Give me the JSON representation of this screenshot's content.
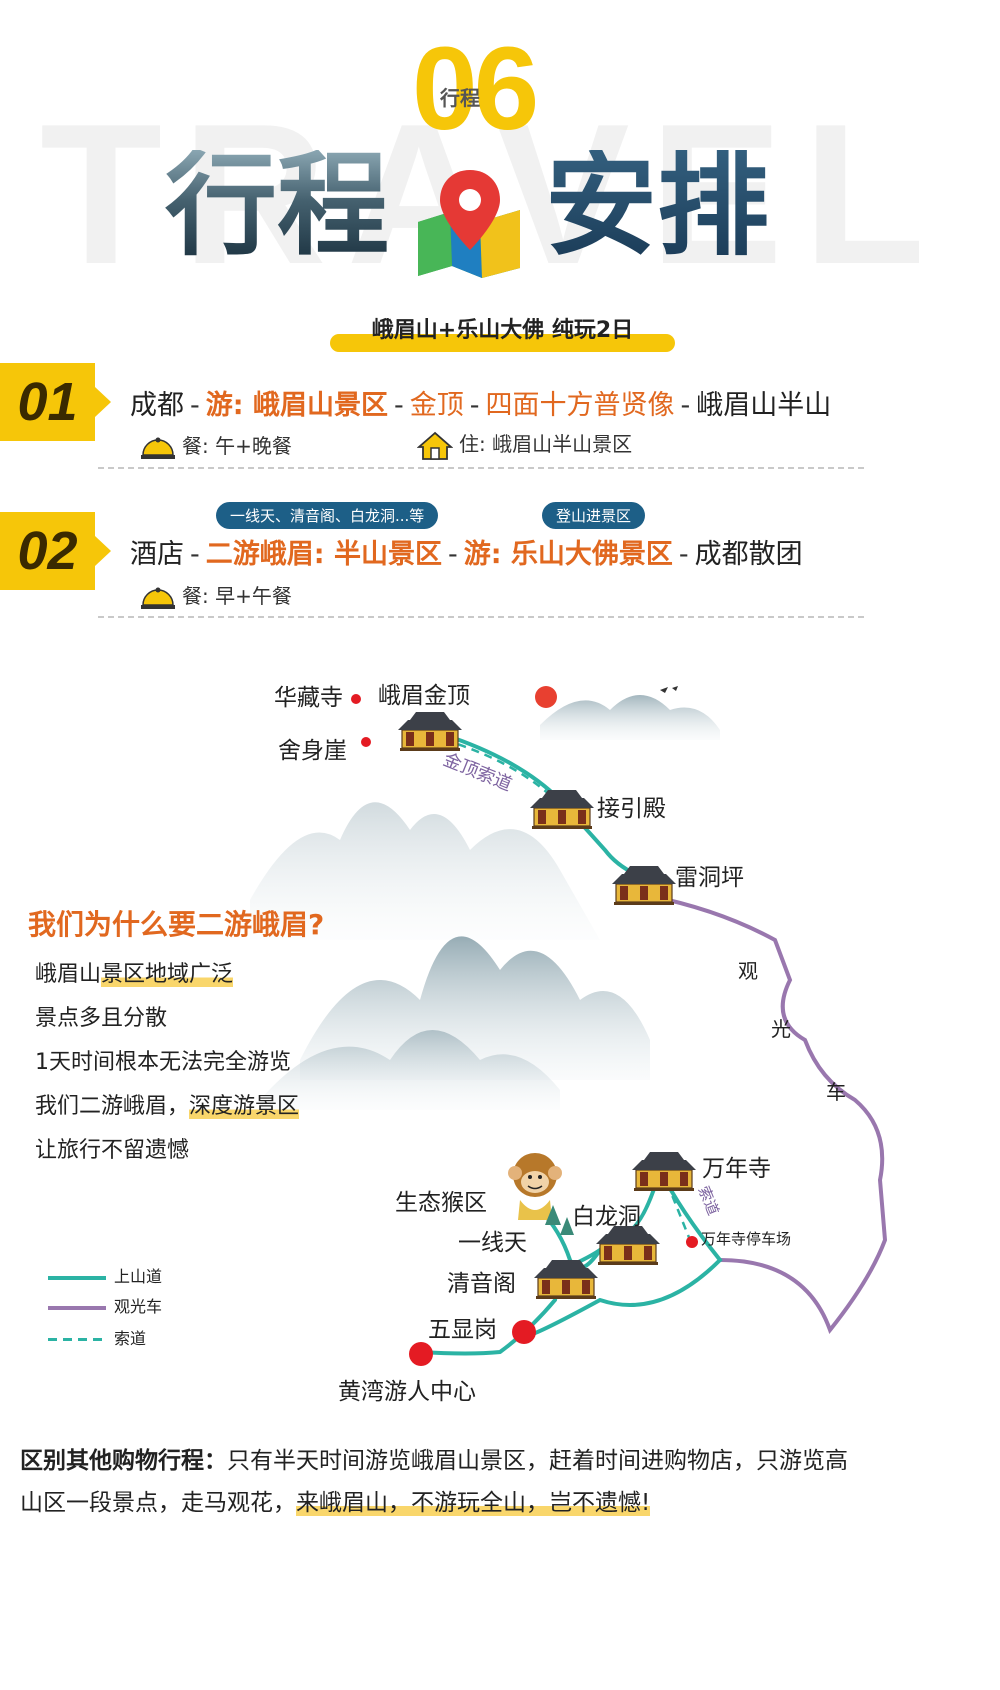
{
  "header": {
    "bg_word": "TRAVEL",
    "section_number": "06",
    "section_tag": "行程",
    "title_left": "行程",
    "title_right": "安排",
    "subtitle": "峨眉山+乐山大佛 纯玩2日"
  },
  "days": [
    {
      "badge": "01",
      "route": {
        "p1": "成都",
        "p2": "游: 峨眉山景区",
        "p3": "金顶",
        "p4": "四面十方普贤像",
        "p5": "峨眉山半山"
      },
      "meal": "餐: 午+晚餐",
      "stay": "住: 峨眉山半山景区"
    },
    {
      "badge": "02",
      "tag1": "一线天、清音阁、白龙洞...等",
      "tag2": "登山进景区",
      "route": {
        "p1": "酒店",
        "p2": "二游峨眉: 半山景区",
        "p3": "游: 乐山大佛景区",
        "p4": "成都散团"
      },
      "meal": "餐: 早+午餐"
    }
  ],
  "map": {
    "labels": {
      "huazang": "华藏寺",
      "jinding": "峨眉金顶",
      "sheshen": "舍身崖",
      "cable_jinding": "金顶索道",
      "jieyin": "接引殿",
      "leidong": "雷洞坪",
      "bus1": "观",
      "bus2": "光",
      "bus3": "车",
      "wannian": "万年寺",
      "cable2": "索道",
      "parking": "万年寺停车场",
      "monkey": "生态猴区",
      "bailong": "白龙洞",
      "yixian": "一线天",
      "qingyin": "清音阁",
      "wuxian": "五显岗",
      "huangwan": "黄湾游人中心"
    },
    "legend": [
      {
        "label": "上山道",
        "color": "#2bb3a4"
      },
      {
        "label": "观光车",
        "color": "#9977ae"
      },
      {
        "label": "索道",
        "color": "#2bb3a4"
      }
    ]
  },
  "why": {
    "title": "我们为什么要二游峨眉?",
    "items": {
      "i1a": "峨眉山",
      "i1b": "景区地域广泛",
      "i2": "景点多且分散",
      "i3": "1天时间根本无法完全游览",
      "i4a": "我们二游峨眉，",
      "i4b": "深度游景区",
      "i5": "让旅行不留遗憾"
    }
  },
  "bottom": {
    "bold": "区别其他购物行程：",
    "text": "只有半天时间游览峨眉山景区，赶着时间进购物店，只游览高山区一段景点，走马观花，",
    "highlight": "来峨眉山，不游玩全山，岂不遗憾!"
  },
  "colors": {
    "accent_yellow": "#f6c609",
    "accent_orange": "#e1681f",
    "trail": "#2bb3a4",
    "bus": "#9977ae",
    "poi_red": "#e41b23",
    "pill_blue": "#1d5f87"
  }
}
